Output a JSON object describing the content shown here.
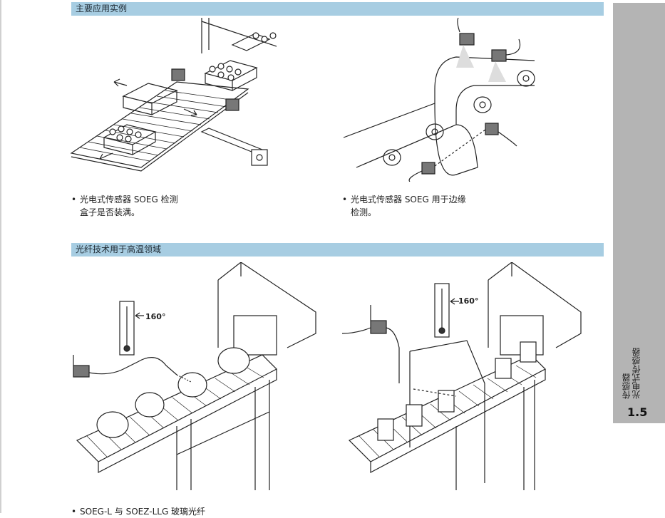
{
  "sections": [
    {
      "title": "主要应用实例",
      "captions": [
        {
          "bullet": "•",
          "text": "光电式传感器 SOEG 检测\n盒子是否装满。"
        },
        {
          "bullet": "•",
          "text": "光电式传感器 SOEG 用于边缘\n检测。"
        }
      ]
    },
    {
      "title": "光纤技术用于高温领域",
      "captions": [
        {
          "bullet": "•",
          "text": "SOEG-L 与 SOEZ-LLG 玻璃光纤"
        }
      ],
      "thermometer_label": "160°"
    }
  ],
  "sidebar": {
    "vertical_text": "传感器\n光电式传感器",
    "section_number": "1.5"
  },
  "colors": {
    "band": "#a7cde2",
    "sidebar": "#b4b4b4"
  }
}
